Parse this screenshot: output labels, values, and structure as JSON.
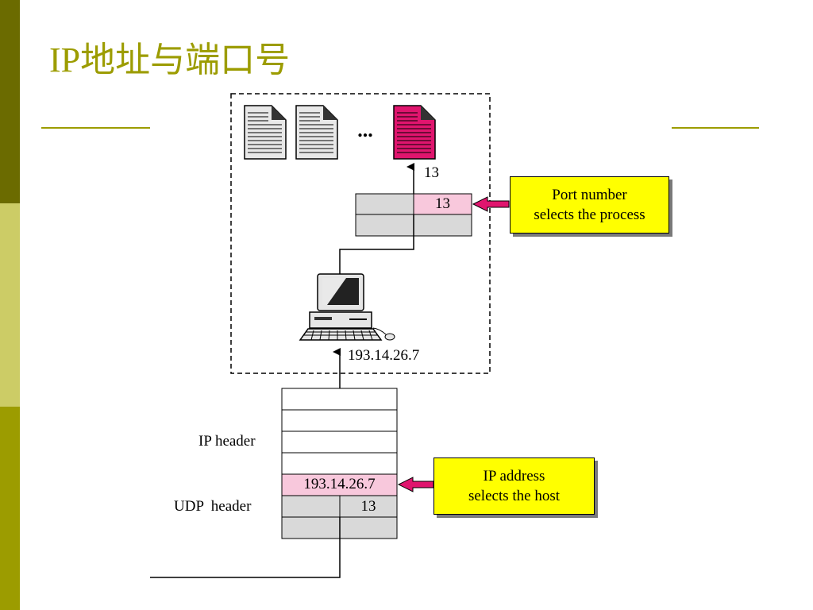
{
  "slide": {
    "title": "IP地址与端口号"
  },
  "diagram": {
    "ellipsis": "...",
    "port_arrow_label": "13",
    "port_table_value": "13",
    "host_ip_label": "193.14.26.7",
    "ip_header_label": "IP header",
    "udp_header_label": "UDP  header",
    "ip_address_cell": "193.14.26.7",
    "udp_port_cell": "13",
    "port_callout": [
      "Port number",
      "selects the process"
    ],
    "ip_callout": [
      "IP address",
      "selects the host"
    ],
    "colors": {
      "highlight_pink": "#f8c8dc",
      "process_magenta": "#e0156e",
      "cell_gray": "#d9d9d9",
      "callout_yellow": "#ffff00",
      "title_olive": "#9c9c00"
    }
  }
}
